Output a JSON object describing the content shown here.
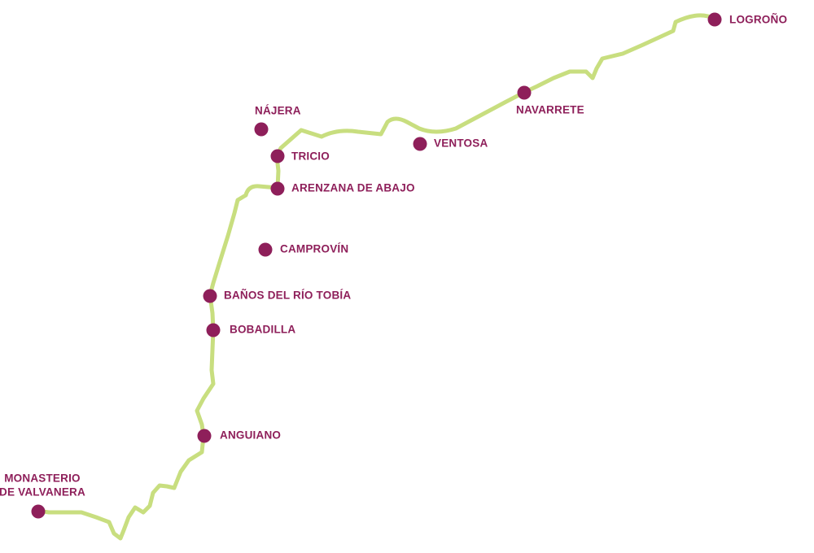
{
  "map": {
    "colors": {
      "route": "#c8de7f",
      "town_dot": "#8e1f5a",
      "town_label": "#8e1f5a",
      "background": "#ffffff"
    },
    "towns": [
      {
        "id": "logrono",
        "label": [
          "LOGROÑO"
        ]
      },
      {
        "id": "navarrete",
        "label": [
          "NAVARRETE"
        ]
      },
      {
        "id": "ventosa",
        "label": [
          "VENTOSA"
        ]
      },
      {
        "id": "najera",
        "label": [
          "NÁJERA"
        ]
      },
      {
        "id": "tricio",
        "label": [
          "TRICIO"
        ]
      },
      {
        "id": "arenzana-de-abajo",
        "label": [
          "ARENZANA DE ABAJO"
        ]
      },
      {
        "id": "camprovin",
        "label": [
          "CAMPROVÍN"
        ]
      },
      {
        "id": "banos-del-rio-tobia",
        "label": [
          "BAÑOS DEL RÍO TOBÍA"
        ]
      },
      {
        "id": "bobadilla",
        "label": [
          "BOBADILLA"
        ]
      },
      {
        "id": "anguiano",
        "label": [
          "ANGUIANO"
        ]
      },
      {
        "id": "monasterio-de-valvanera",
        "label": [
          "MONASTERIO",
          "DE VALVANERA"
        ]
      }
    ]
  }
}
